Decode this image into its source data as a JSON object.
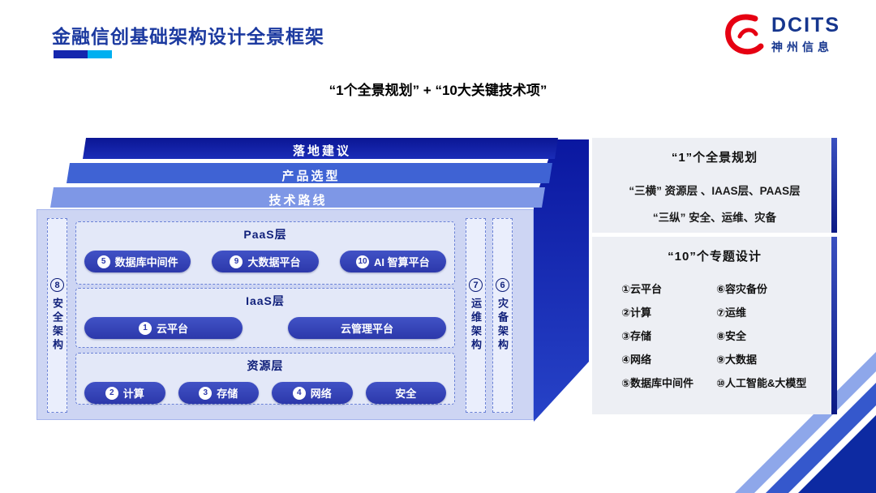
{
  "page": {
    "title": "金融信创基础架构设计全景框架",
    "subtitle": "“1个全景规划” + “10大关键技术项”"
  },
  "logo": {
    "brand": "DCITS",
    "company": "神州信息"
  },
  "stack": {
    "layers": [
      {
        "label": "落地建议"
      },
      {
        "label": "产品选型"
      },
      {
        "label": "技术路线"
      }
    ],
    "left_bar": {
      "num": "8",
      "label": "安全架构"
    },
    "right_bars": [
      {
        "num": "7",
        "label": "运维架构"
      },
      {
        "num": "6",
        "label": "灾备架构"
      }
    ],
    "sections": [
      {
        "title": "PaaS层",
        "buttons": [
          {
            "num": "5",
            "label": "数据库中间件"
          },
          {
            "num": "9",
            "label": "大数据平台"
          },
          {
            "num": "10",
            "label": "AI 智算平台"
          }
        ]
      },
      {
        "title": "IaaS层",
        "buttons": [
          {
            "num": "1",
            "label": "云平台"
          },
          {
            "num": "",
            "label": "云管理平台"
          }
        ]
      },
      {
        "title": "资源层",
        "buttons": [
          {
            "num": "2",
            "label": "计算"
          },
          {
            "num": "3",
            "label": "存储"
          },
          {
            "num": "4",
            "label": "网络"
          },
          {
            "num": "",
            "label": "安全"
          }
        ]
      }
    ]
  },
  "panels": [
    {
      "title": "“1”个全景规划",
      "lines": [
        "“三横” 资源层 、IAAS层、PAAS层",
        "“三纵” 安全、运维、灾备"
      ]
    },
    {
      "title": "“10”个专题设计",
      "col1": [
        "①云平台",
        "②计算",
        "③存储",
        "④网络",
        "⑤数据库中间件"
      ],
      "col2": [
        "⑥容灾备份",
        "⑦运维",
        "⑧安全",
        "⑨大数据",
        "⑩人工智能&大模型"
      ]
    }
  ],
  "colors": {
    "title_blue": "#1c3aa0",
    "accent_cyan": "#00b0f0",
    "layer_dark": "#0c19a4",
    "layer_mid": "#3f63d4",
    "layer_light": "#7e97e6",
    "body_fill": "#cdd5f3",
    "button_fill": "#3240b4",
    "panel_bg": "#edeff4",
    "panel_accent": "#0c1a84",
    "logo_red": "#e60012",
    "logo_blue": "#16368e"
  }
}
